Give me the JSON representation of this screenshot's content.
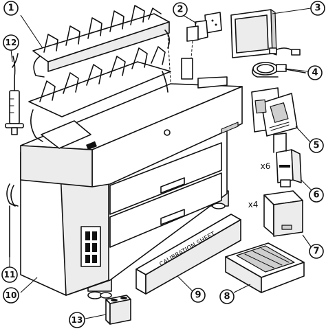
{
  "figure": {
    "callouts": [
      {
        "num": "1"
      },
      {
        "num": "2"
      },
      {
        "num": "3"
      },
      {
        "num": "4"
      },
      {
        "num": "5"
      },
      {
        "num": "6"
      },
      {
        "num": "7"
      },
      {
        "num": "8"
      },
      {
        "num": "9"
      },
      {
        "num": "10"
      },
      {
        "num": "11"
      },
      {
        "num": "12"
      },
      {
        "num": "13"
      }
    ],
    "quantity_printheads": "x6",
    "quantity_cartridges": "x4",
    "calibration_label": "CALIBRATION SHEET"
  }
}
